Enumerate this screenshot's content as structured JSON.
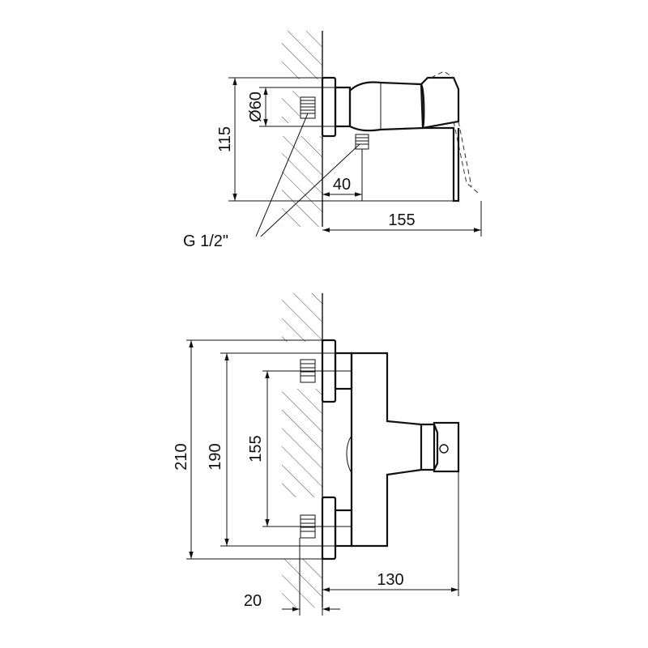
{
  "top_view": {
    "dim_height": "115",
    "dim_diameter": "Ø60",
    "dim_offset": "40",
    "dim_depth": "155",
    "thread_label": "G 1/2\""
  },
  "bottom_view": {
    "dim_total_height": "210",
    "dim_body_height": "190",
    "dim_inlet_spacing": "155",
    "dim_wall_offset": "20",
    "dim_projection": "130"
  },
  "colors": {
    "line": "#111111",
    "background": "#ffffff"
  }
}
